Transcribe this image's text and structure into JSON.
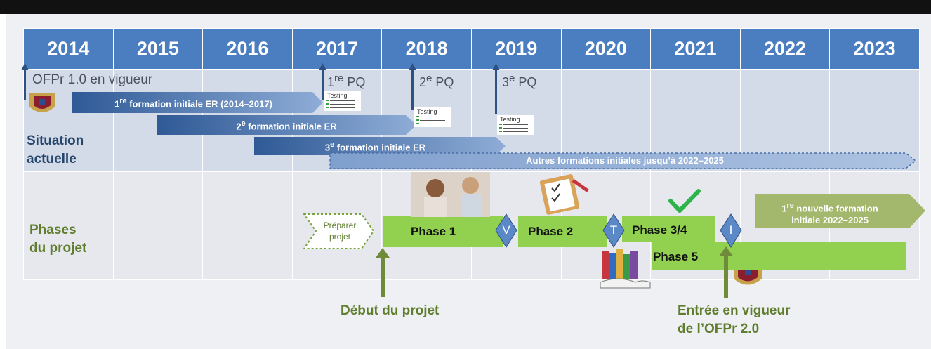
{
  "years": [
    "2014",
    "2015",
    "2016",
    "2017",
    "2018",
    "2019",
    "2020",
    "2021",
    "2022",
    "2023"
  ],
  "labels": {
    "situation": [
      "Situation",
      "actuelle"
    ],
    "phases": [
      "Phases",
      "du projet"
    ],
    "start": "Début du projet",
    "entry": [
      "Entrée en vigueur",
      "de l’OFPr 2.0"
    ]
  },
  "milestones": {
    "ofpr1": "OFPr 1.0 en vigueur",
    "pq1": {
      "num": "1",
      "sup": "re",
      "rest": " PQ"
    },
    "pq2": {
      "num": "2",
      "sup": "e",
      "rest": " PQ"
    },
    "pq3": {
      "num": "3",
      "sup": "e",
      "rest": " PQ"
    },
    "testing": "Testing"
  },
  "bars": {
    "b1": {
      "num": "1",
      "sup": "re",
      "rest": " formation initiale ER (2014–2017)"
    },
    "b2": {
      "num": "2",
      "sup": "e",
      "rest": " formation initiale ER"
    },
    "b3": {
      "num": "3",
      "sup": "e",
      "rest": " formation initiale ER"
    },
    "others": "Autres formations initiales jusqu’à 2022–2025"
  },
  "phases": {
    "prepare": [
      "Préparer",
      "projet"
    ],
    "p1": "Phase 1",
    "p2": "Phase 2",
    "p34": "Phase 3/4",
    "p5": "Phase 5",
    "d1": "V",
    "d2": "T",
    "d3": "I",
    "newform": {
      "num": "1",
      "sup": "re",
      "rest": " nouvelle formation",
      "line2": "initiale 2022–2025"
    }
  },
  "colors": {
    "header": "#4a7ec0",
    "situation_row": "#d4dbe8",
    "phase_row": "#e6e8ee",
    "bar_blue": "#7f9fcd",
    "phase_green": "#92d050",
    "olive": "#6f8b3a",
    "diamond": "#5b89c8"
  }
}
